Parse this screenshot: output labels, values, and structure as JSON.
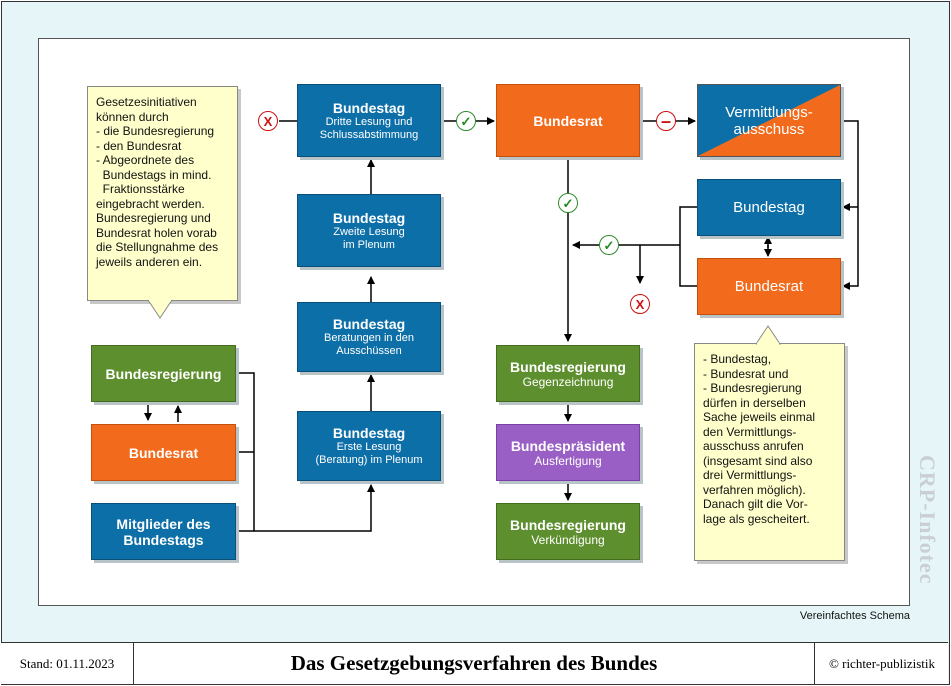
{
  "notes": {
    "initiative": "Gesetzesinitiativen\nkönnen durch\n- die Bundesregierung\n- den Bundesrat\n- Abgeordnete des\n  Bundestags in mind.\n  Fraktionsstärke\neingebracht werden.\nBundesregierung und\nBundesrat holen vorab\ndie Stellungnahme des\njeweils anderen ein.",
    "mediation": "- Bundestag,\n- Bundesrat und\n- Bundesregierung\ndürfen in derselben\nSache jeweils einmal\nden Vermittlungs-\nausschuss anrufen\n(insgesamt sind also\ndrei Vermittlungs-\nverfahren möglich).\nDanach gilt die Vor-\nlage als gescheitert."
  },
  "boxes": {
    "bt_third": {
      "title": "Bundestag",
      "sub": "Dritte Lesung und\nSchlussabstimmung"
    },
    "bt_second": {
      "title": "Bundestag",
      "sub": "Zweite Lesung\nim Plenum"
    },
    "bt_committees": {
      "title": "Bundestag",
      "sub": "Beratungen in den\nAusschüssen"
    },
    "bt_first": {
      "title": "Bundestag",
      "sub": "Erste Lesung\n(Beratung) im Plenum"
    },
    "br_main": {
      "title": "Bundesrat"
    },
    "mediation": {
      "title": "Vermittlungs-\nausschuss"
    },
    "bt_right": {
      "title": "Bundestag"
    },
    "br_right": {
      "title": "Bundesrat"
    },
    "breg_left": {
      "title": "Bundesregierung"
    },
    "br_left": {
      "title": "Bundesrat"
    },
    "mdb_left": {
      "title": "Mitglieder des\nBundestags"
    },
    "breg_counter": {
      "title": "Bundesregierung",
      "sub": "Gegenzeichnung"
    },
    "bpraes": {
      "title": "Bundespräsident",
      "sub": "Ausfertigung"
    },
    "breg_promul": {
      "title": "Bundesregierung",
      "sub": "Verkündigung"
    }
  },
  "marks": {
    "ok": "✓",
    "no": "X",
    "minus": "–"
  },
  "caption": "Vereinfachtes Schema",
  "watermark": "CRP-Infotec",
  "footer": {
    "date": "Stand: 01.11.2023",
    "title": "Das Gesetzgebungsverfahren des Bundes",
    "copyright": "© richter-publizistik"
  },
  "colors": {
    "bundestag_blue": "#0d6fa8",
    "bundesrat_orange": "#f26a1b",
    "government_green": "#5e8f2e",
    "president_purple": "#9a5fc4",
    "note_yellow": "#ffffcc",
    "frame_bg": "#e6f6f8"
  }
}
